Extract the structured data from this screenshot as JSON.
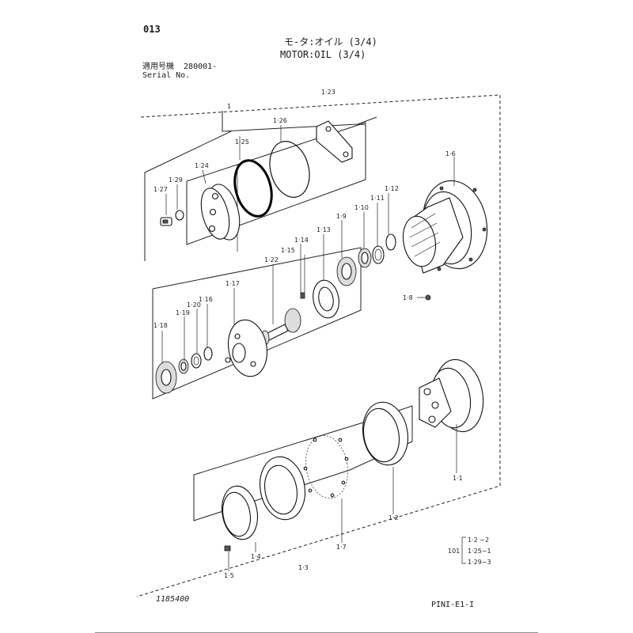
{
  "header": {
    "page_number": "013",
    "title_jp": "モ-タ:オイル (3/4)",
    "title_en": "MOTOR:OIL (3/4)",
    "serial_label_jp": "適用号機  280001-",
    "serial_label_en": "Serial No."
  },
  "footer": {
    "drawing_number": "1185400",
    "sheet_code": "PINI-E1-I"
  },
  "callouts": {
    "c_1": "1",
    "c_1_23": "1·23",
    "c_1_26": "1·26",
    "c_1_25": "1·25",
    "c_1_24": "1·24",
    "c_1_27": "1·27",
    "c_1_29": "1·29",
    "c_1_6": "1·6",
    "c_1_12": "1·12",
    "c_1_11": "1·11",
    "c_1_10": "1·10",
    "c_1_9": "1·9",
    "c_1_13": "1·13",
    "c_1_14": "1·14",
    "c_1_15": "1·15",
    "c_1_22": "1·22",
    "c_1_17": "1·17",
    "c_1_16": "1·16",
    "c_1_20": "1·20",
    "c_1_19": "1·19",
    "c_1_18": "1·18",
    "c_1_8": "1·8",
    "c_1_1": "1·1",
    "c_1_2": "1·2",
    "c_1_7": "1·7",
    "c_1_4": "1·4",
    "c_1_5": "1·5",
    "c_1_3": "1·3"
  },
  "kit": {
    "number": "101",
    "line1": "1·2 ~2",
    "line2": "1·25~1",
    "line3": "1·29~3"
  }
}
